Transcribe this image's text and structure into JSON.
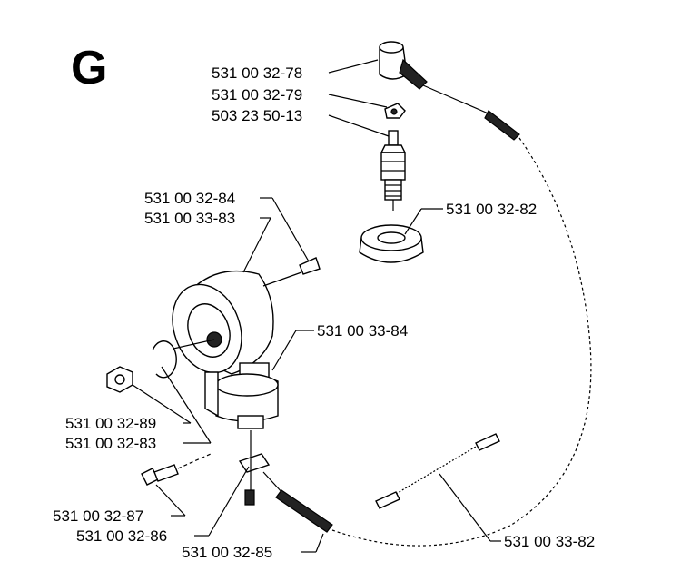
{
  "section_letter": "G",
  "part_numbers": {
    "p1": "531 00 32-78",
    "p2": "531 00 32-79",
    "p3": "503 23 50-13",
    "p4": "531 00 32-82",
    "p5": "531 00 32-84",
    "p6": "531 00 33-83",
    "p7": "531 00 33-84",
    "p8": "531 00 32-89",
    "p9": "531 00 32-83",
    "p10": "531 00 32-87",
    "p11": "531 00 32-86",
    "p12": "531 00 32-85",
    "p13": "531 00 33-82"
  }
}
